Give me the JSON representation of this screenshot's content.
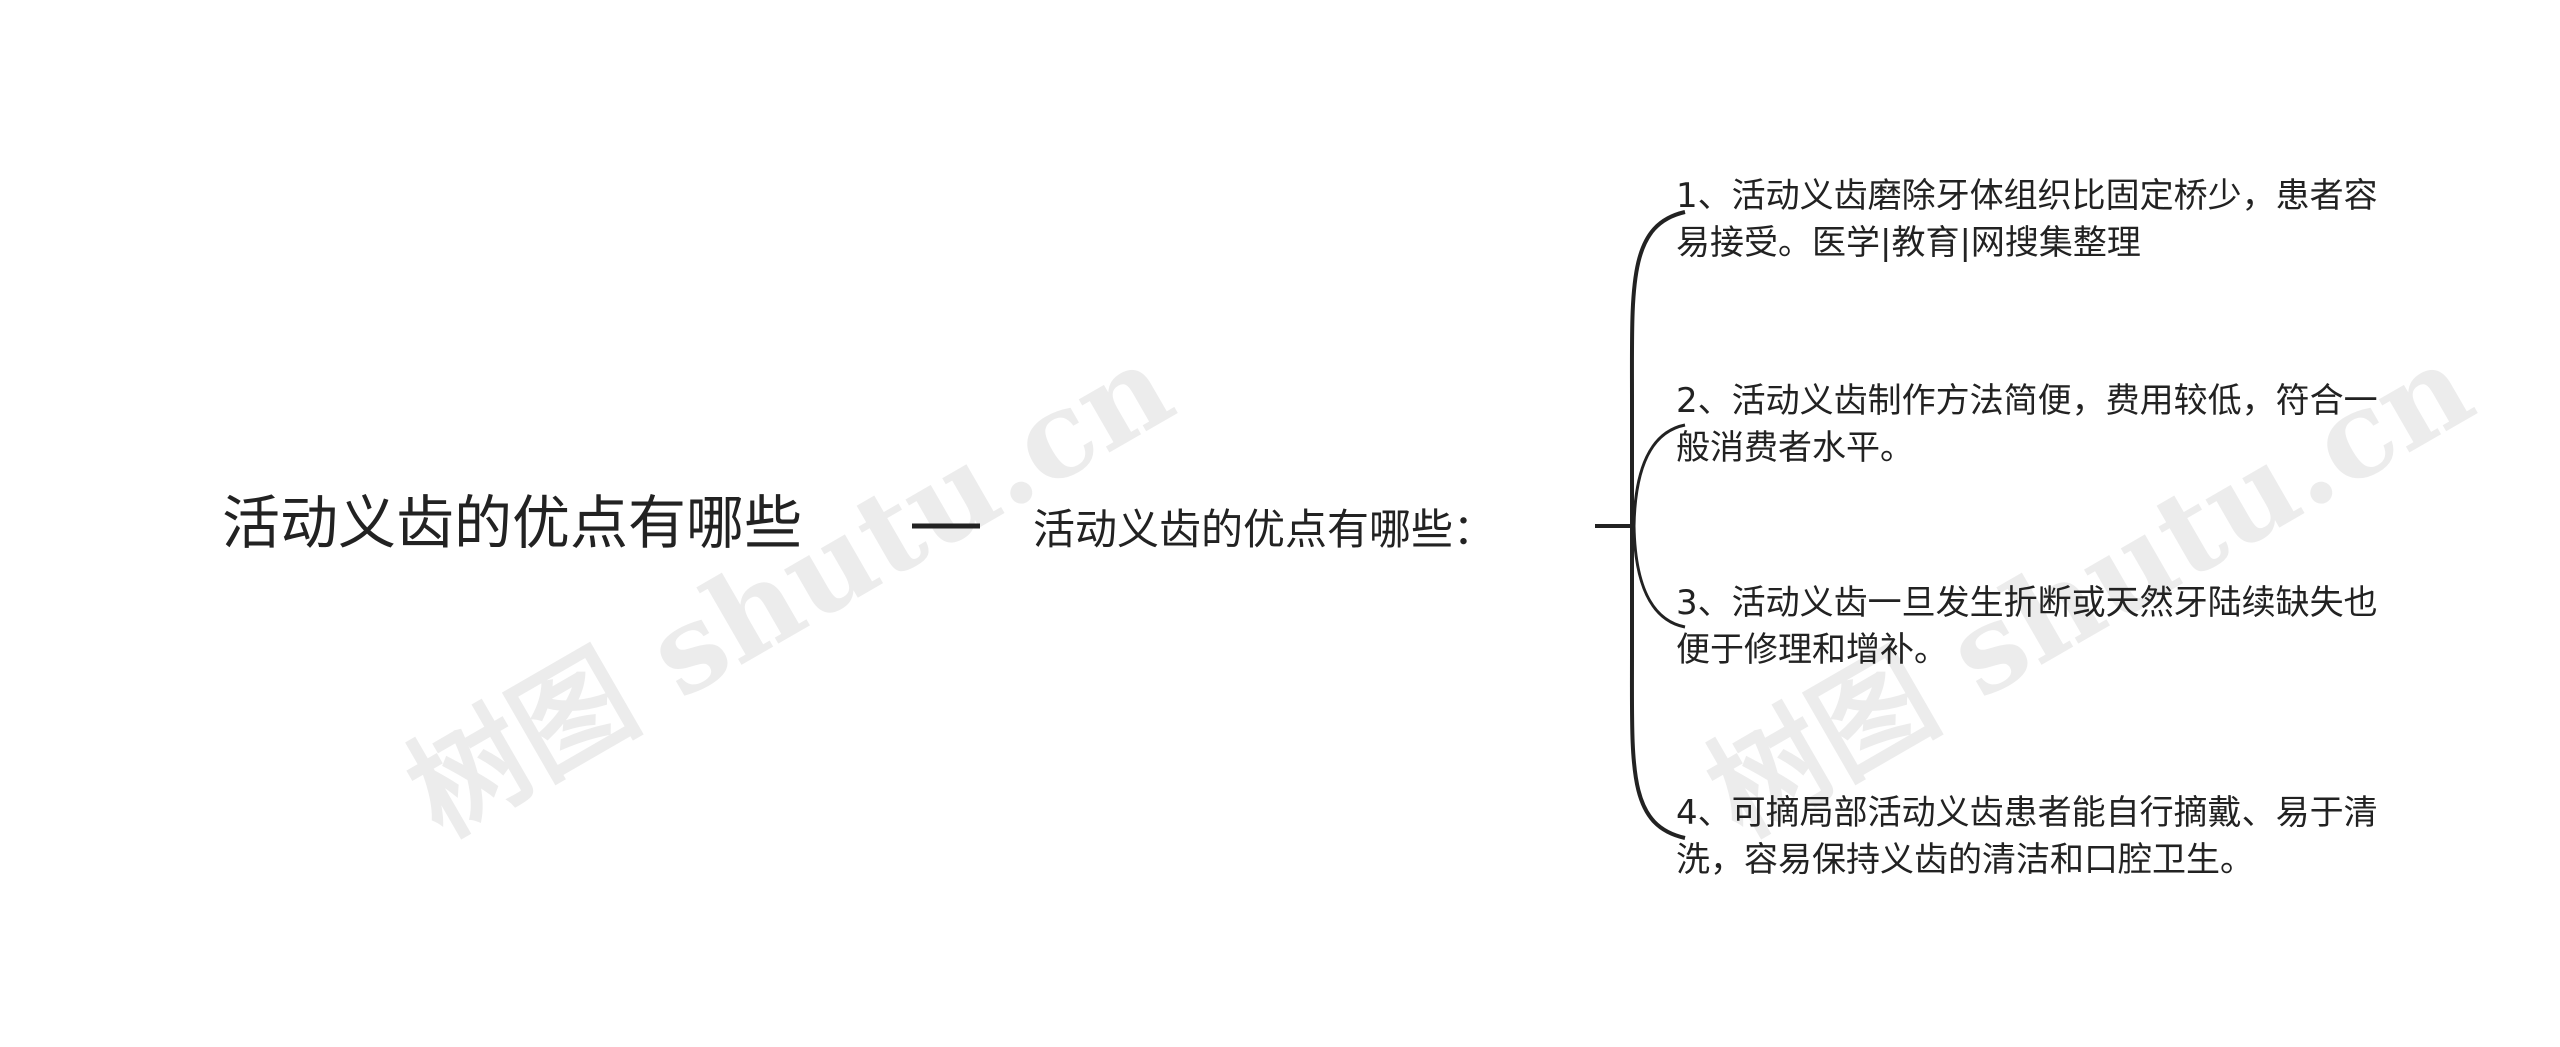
{
  "root": {
    "label": "活动义齿的优点有哪些"
  },
  "branch": {
    "label": "活动义齿的优点有哪些："
  },
  "items": [
    {
      "text": "1、活动义齿磨除牙体组织比固定桥少，患者容易接受。医学|教育|网搜集整理"
    },
    {
      "text": "2、活动义齿制作方法简便，费用较低，符合一般消费者水平。"
    },
    {
      "text": "3、活动义齿一旦发生折断或天然牙陆续缺失也便于修理和增补。"
    },
    {
      "text": "4、可摘局部活动义齿患者能自行摘戴、易于清洗，容易保持义齿的清洁和口腔卫生。"
    }
  ],
  "watermark": {
    "text": "树图 shutu.cn"
  },
  "colors": {
    "line": "#222222",
    "text": "#222222",
    "watermark": "rgba(0,0,0,0.075)"
  }
}
